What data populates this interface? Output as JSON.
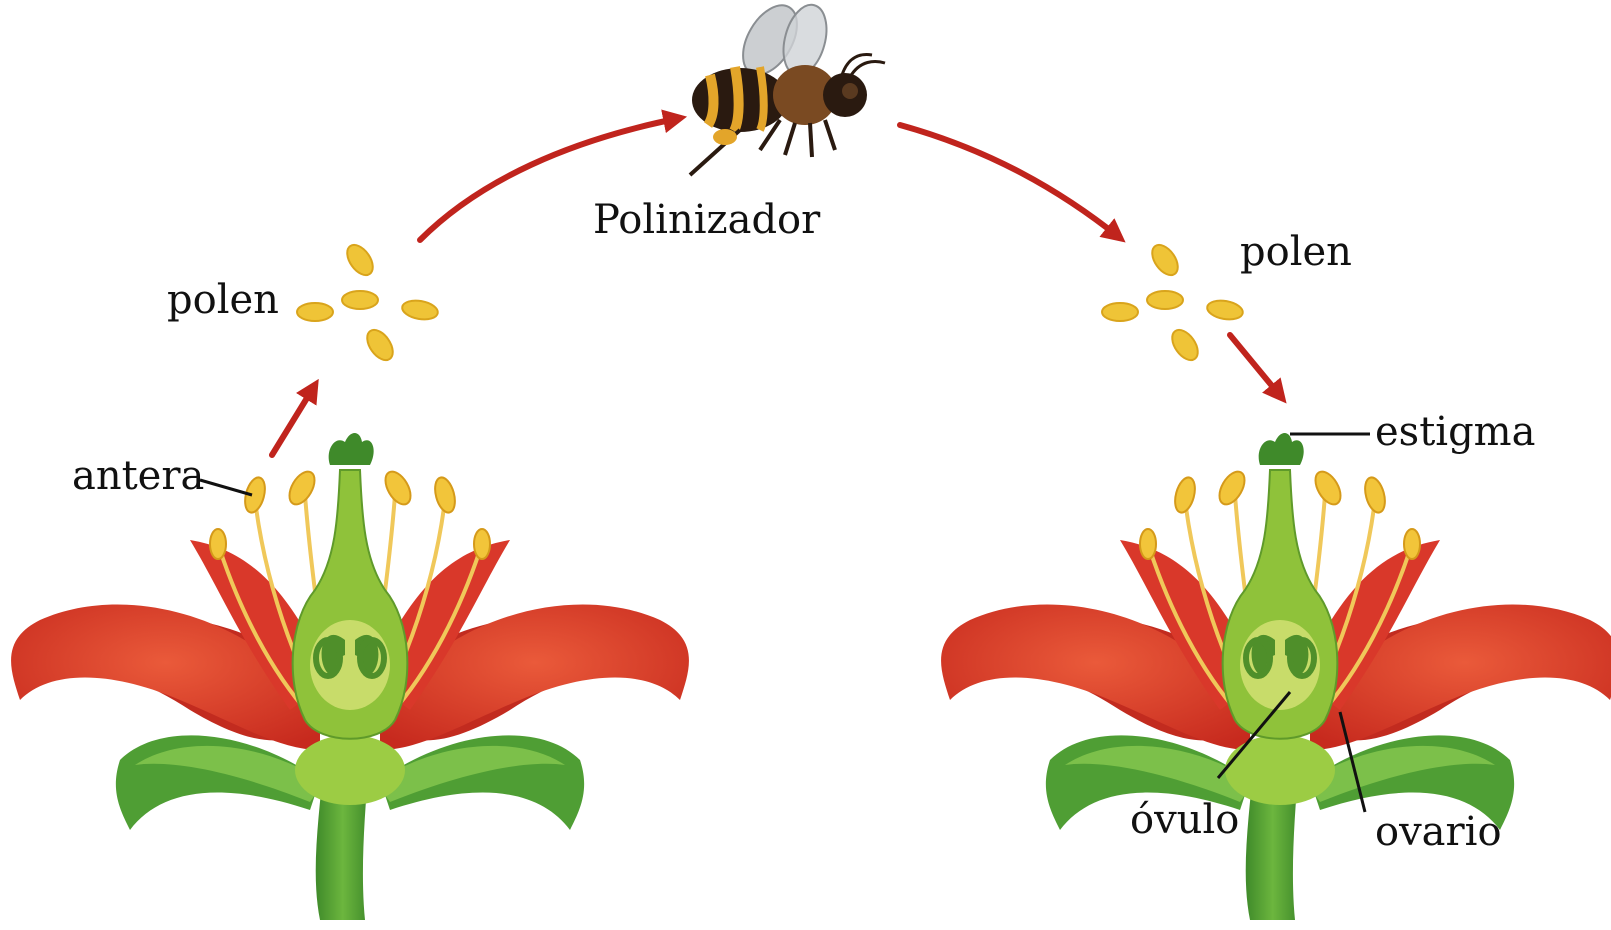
{
  "labels": {
    "pollinator": "Polinizador",
    "pollen_left": "polen",
    "pollen_right": "polen",
    "anther": "antera",
    "stigma": "estigma",
    "ovule": "óvulo",
    "ovary": "ovario"
  },
  "colors": {
    "petal": "#e5402a",
    "petal_dark": "#b9241a",
    "sepal": "#56a83a",
    "pistil": "#8fc23a",
    "ovary_fill": "#c8dc6a",
    "ovule": "#4f8f2a",
    "anther": "#f2c53a",
    "filament": "#f0c85a",
    "arrow": "#c0241d",
    "bee_body": "#2a1a10",
    "bee_stripe": "#e3a52a",
    "wing": "#bfc3c7"
  }
}
